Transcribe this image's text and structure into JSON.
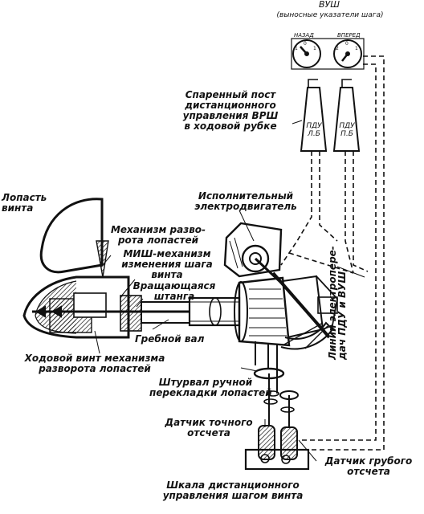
{
  "colors": {
    "ink": "#111111",
    "paper": "#ffffff"
  },
  "labels": {
    "vush_title": "ВУШ",
    "vush_subtitle": "(выносные указатели шага)",
    "nazad": "НАЗАД",
    "vpered": "ВПЕРЕД",
    "post": [
      "Спаренный пост",
      "дистанционного",
      "управления ВРШ",
      "в ходовой рубке"
    ],
    "pdu_lb": [
      "ПДУ",
      "Л.Б"
    ],
    "pdu_pb": [
      "ПДУ",
      "П.Б"
    ],
    "motor": [
      "Исполнительный",
      "электродвигатель"
    ],
    "blade": [
      "Лопасть",
      "винта"
    ],
    "rotation_mech": [
      "Механизм разво-",
      "рота лопастей"
    ],
    "mish": [
      "МИШ-механизм",
      "изменения шага",
      "винта"
    ],
    "rotating_rod": [
      "Вращающаяся",
      "штанга"
    ],
    "shaft": "Гребной вал",
    "lines": [
      "Линии электропере-",
      "дач ПДУ и ВУШ"
    ],
    "screw": [
      "Ходовой винт механизма",
      "разворота лопастей"
    ],
    "handwheel": [
      "Штурвал ручной",
      "перекладки лопастей"
    ],
    "fine_sensor": [
      "Датчик точного",
      "отсчета"
    ],
    "coarse_sensor": [
      "Датчик грубого",
      "отсчета"
    ],
    "scale": [
      "Шкала дистанционного",
      "управления шагом винта"
    ]
  }
}
